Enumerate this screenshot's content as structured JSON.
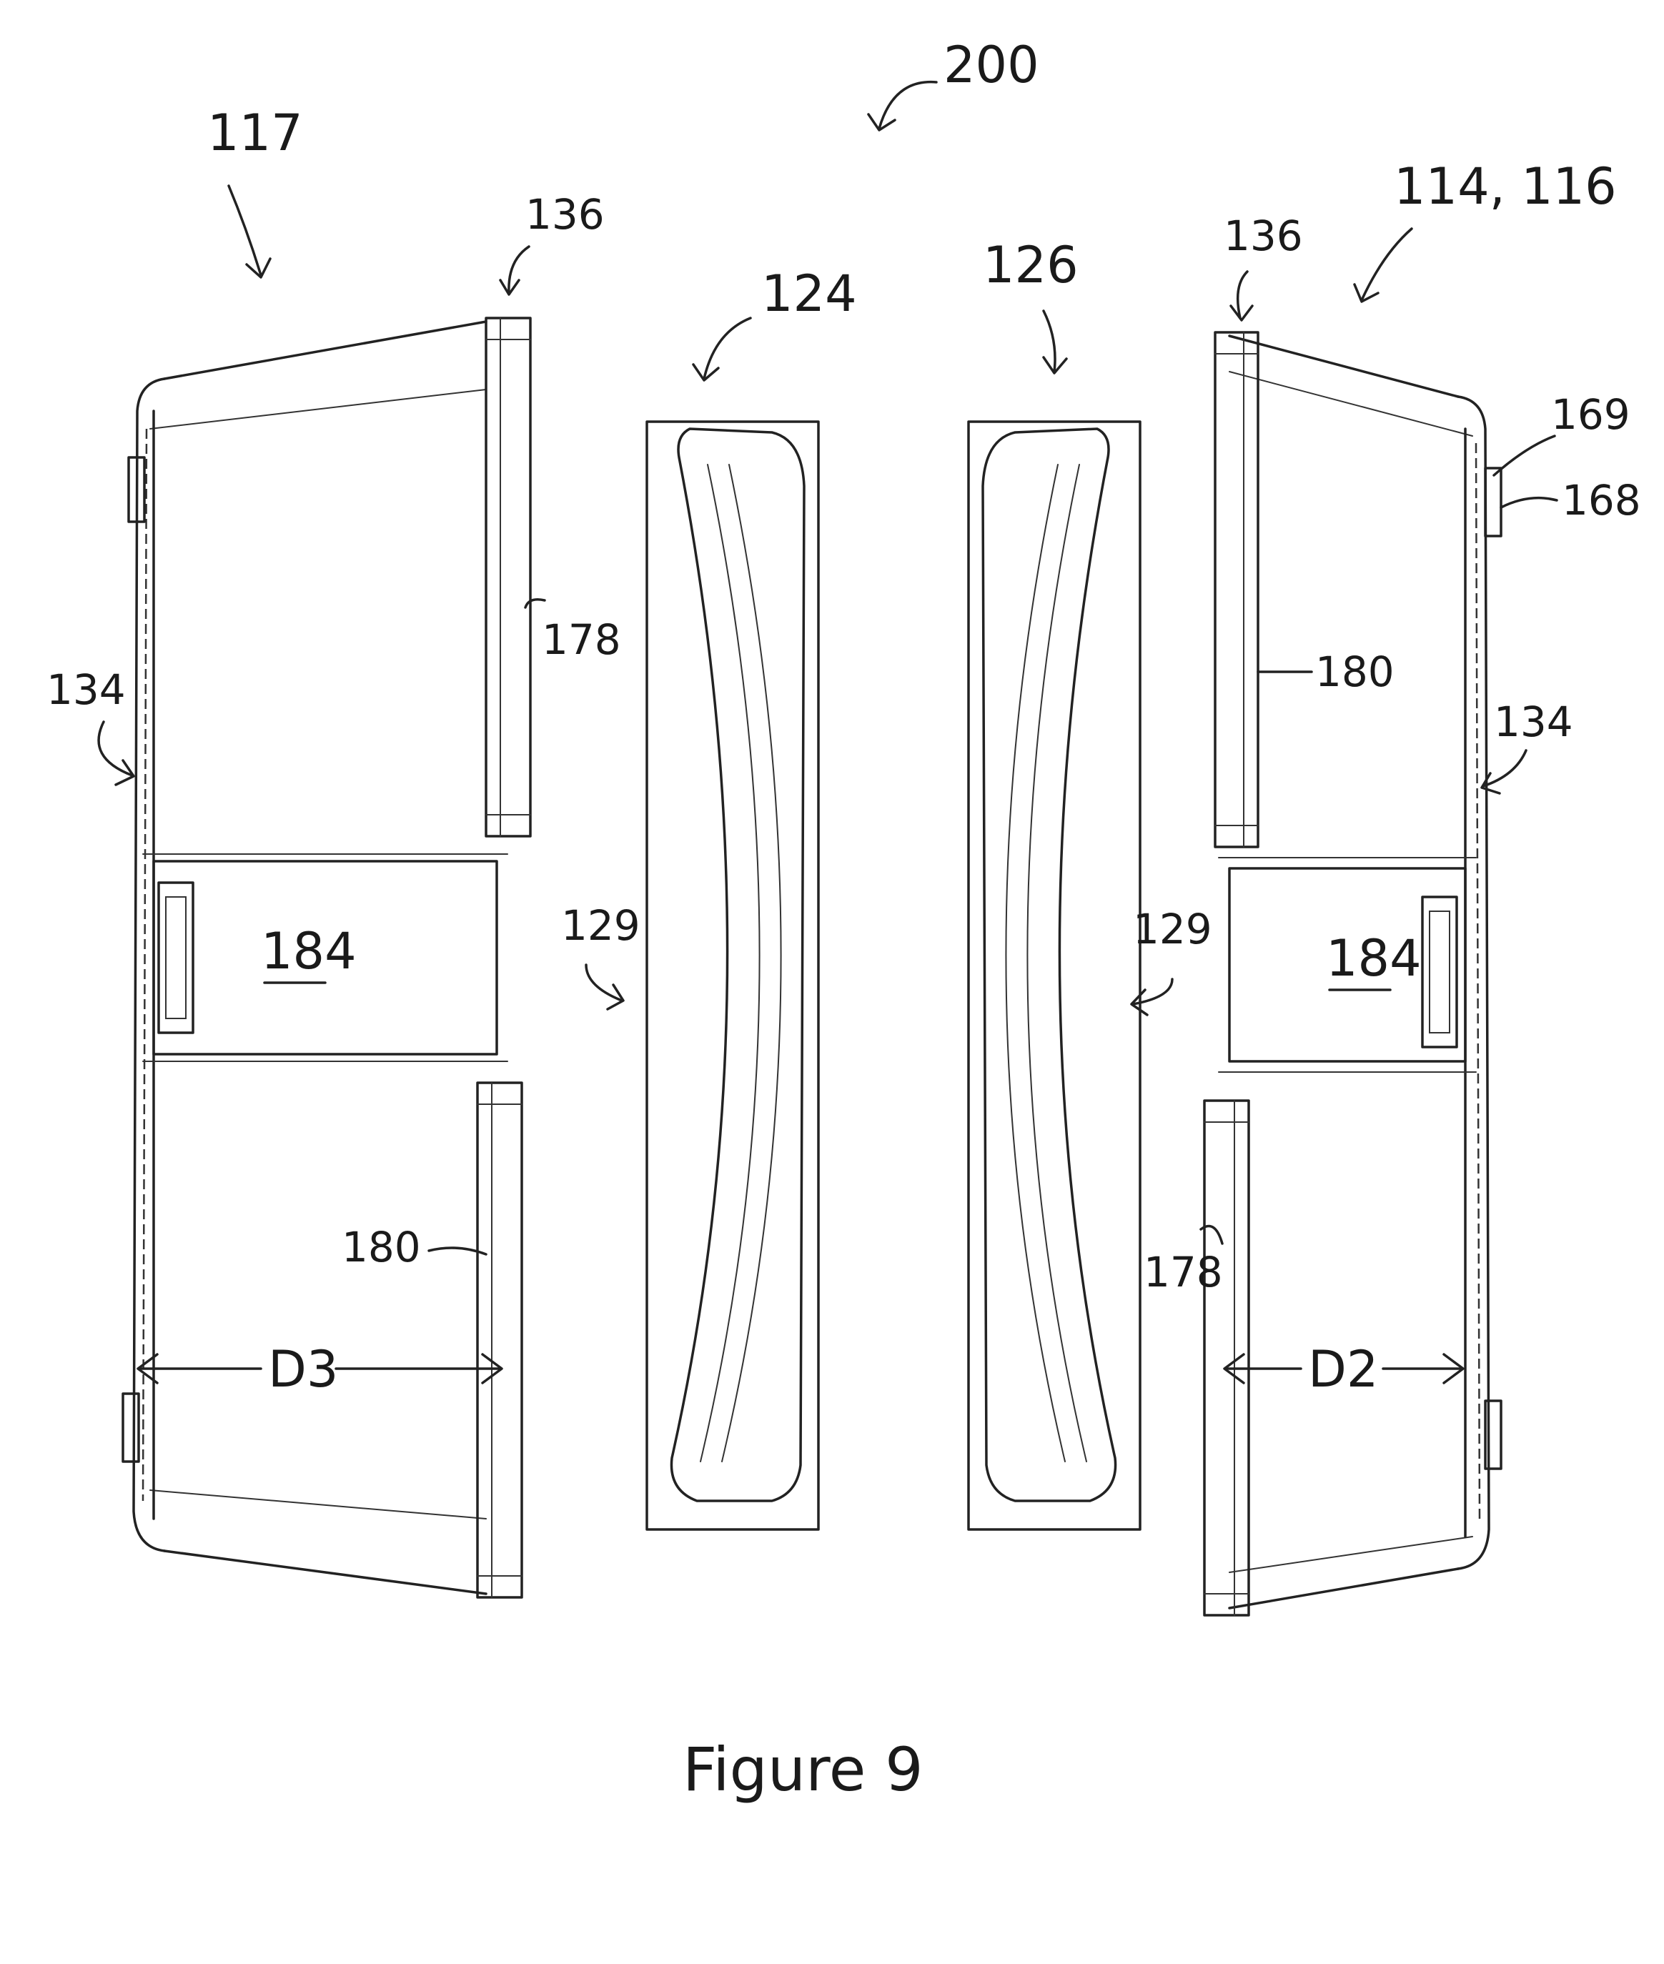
{
  "figure": {
    "caption": "Figure 9",
    "labels": {
      "assembly": "200",
      "left_door": "117",
      "right_door": "114, 116",
      "flange_left": "136",
      "flange_right": "136",
      "panel_left": "124",
      "panel_right": "126",
      "edge_left": "134",
      "edge_right": "134",
      "gap_left": "129",
      "gap_right": "129",
      "seal_upper_left": "178",
      "seal_lower_left": "180",
      "seal_upper_right": "180",
      "seal_lower_right": "178",
      "handle_left": "184",
      "handle_right": "184",
      "hinge_upper": "169",
      "hinge_lower": "168",
      "dim_left": "D3",
      "dim_right": "D2"
    }
  }
}
